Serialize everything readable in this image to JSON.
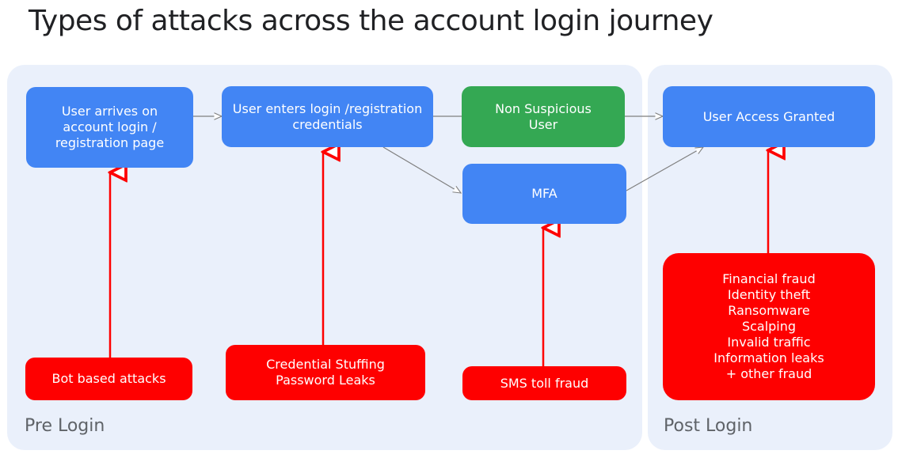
{
  "title": "Types of attacks across the account login journey",
  "sections": {
    "pre_login": "Pre Login",
    "post_login": "Post Login"
  },
  "flow": {
    "arrive": "User arrives on\naccount login /\nregistration page",
    "credentials": "User enters login /registration\ncredentials",
    "non_suspicious": "Non Suspicious\nUser",
    "mfa": "MFA",
    "granted": "User Access Granted"
  },
  "attacks": {
    "bot": "Bot based attacks",
    "credential": "Credential Stuffing\nPassword Leaks",
    "sms": "SMS toll fraud",
    "post_login": "Financial fraud\nIdentity theft\nRansomware\nScalping\nInvalid traffic\nInformation leaks\n+ other fraud"
  },
  "colors": {
    "flow_box": "#4285f4",
    "success_box": "#34a853",
    "attack_box": "#fe0000",
    "panel": "#eaf0fb",
    "attack_arrow": "#fe0000",
    "flow_arrow": "#7f7f7f"
  }
}
